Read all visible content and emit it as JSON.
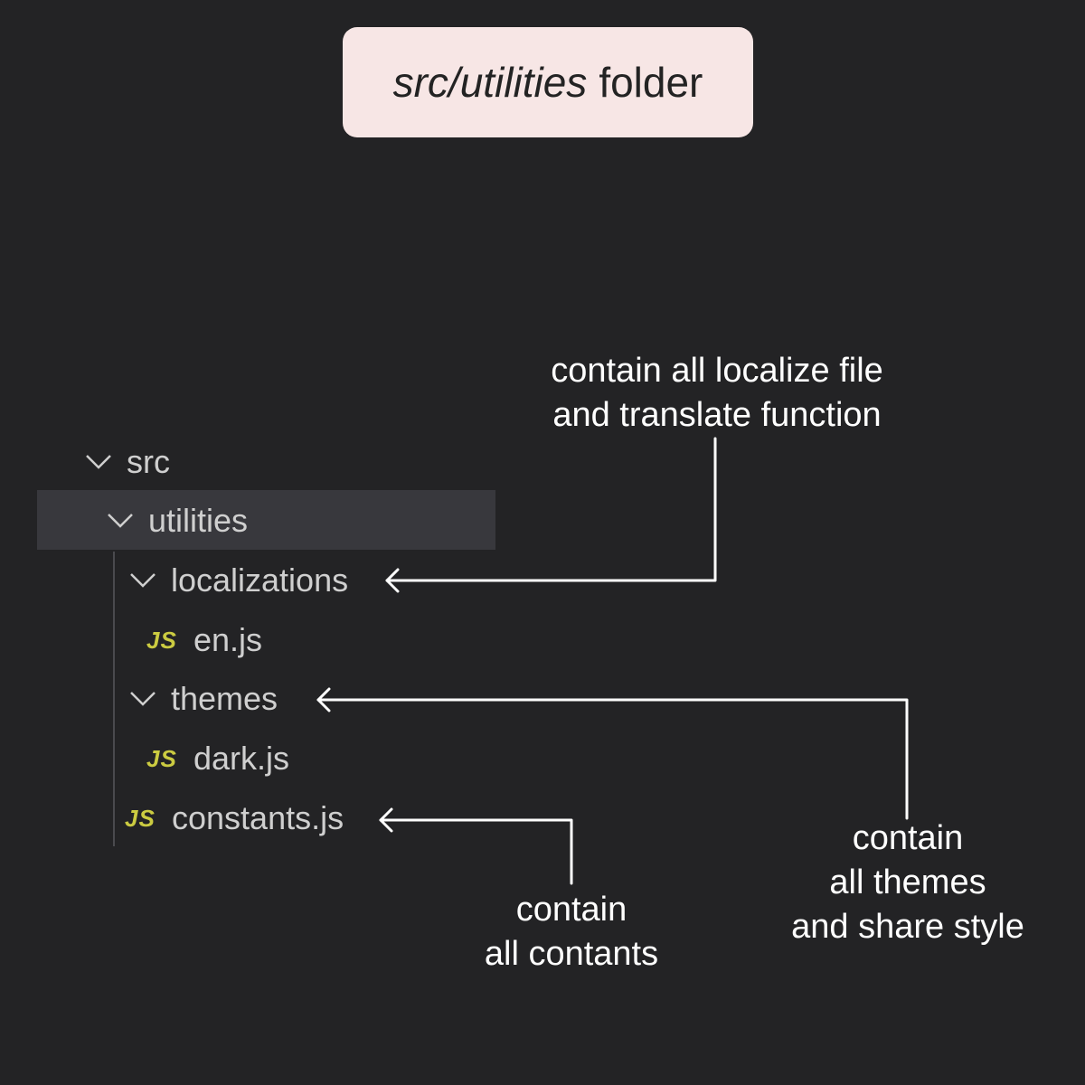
{
  "title": {
    "path_text": "src/utilities",
    "suffix_text": "folder"
  },
  "tree": {
    "src": {
      "label": "src",
      "icon": "chevron-down-icon"
    },
    "utilities": {
      "label": "utilities",
      "icon": "chevron-down-icon",
      "selected": true
    },
    "localizations": {
      "label": "localizations",
      "icon": "chevron-down-icon"
    },
    "en_js": {
      "label": "en.js",
      "icon_text": "JS"
    },
    "themes": {
      "label": "themes",
      "icon": "chevron-down-icon"
    },
    "dark_js": {
      "label": "dark.js",
      "icon_text": "JS"
    },
    "constants_js": {
      "label": "constants.js",
      "icon_text": "JS"
    }
  },
  "annotations": {
    "localizations": {
      "line1": "contain all localize file",
      "line2": "and translate function"
    },
    "themes": {
      "line1": "contain",
      "line2": "all themes",
      "line3": "and share style"
    },
    "constants": {
      "line1": "contain",
      "line2": "all contants"
    }
  },
  "colors": {
    "background": "#232325",
    "title_badge": "#f7e6e5",
    "selected_row": "#38383d",
    "tree_text": "#cfcfcf",
    "js_icon": "#cbcb41",
    "annotation_text": "#ffffff"
  }
}
